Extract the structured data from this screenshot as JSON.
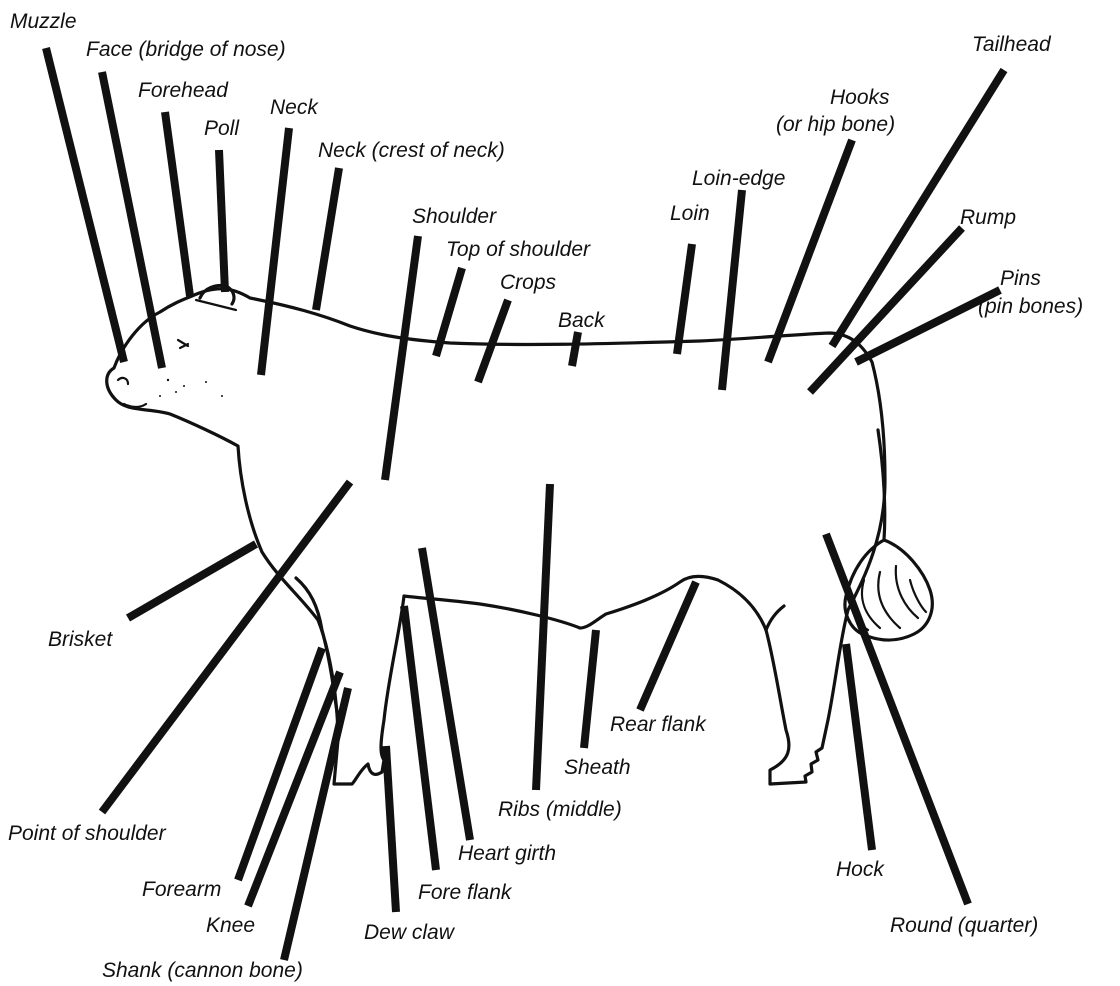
{
  "diagram": {
    "labels": {
      "muzzle": "Muzzle",
      "face": "Face (bridge of nose)",
      "forehead": "Forehead",
      "poll": "Poll",
      "neck": "Neck",
      "neck_crest": "Neck (crest of neck)",
      "shoulder": "Shoulder",
      "top_of_shoulder": "Top of shoulder",
      "crops": "Crops",
      "back": "Back",
      "loin": "Loin",
      "loin_edge": "Loin-edge",
      "hooks_line1": "Hooks",
      "hooks_line2": "(or hip bone)",
      "tailhead": "Tailhead",
      "rump": "Rump",
      "pins_line1": "Pins",
      "pins_line2": "(pin bones)",
      "brisket": "Brisket",
      "point_of_shoulder": "Point of shoulder",
      "forearm": "Forearm",
      "knee": "Knee",
      "shank": "Shank (cannon bone)",
      "dew_claw": "Dew claw",
      "fore_flank": "Fore flank",
      "heart_girth": "Heart girth",
      "ribs_middle": "Ribs (middle)",
      "sheath": "Sheath",
      "rear_flank": "Rear flank",
      "hock": "Hock",
      "round_quarter": "Round (quarter)"
    },
    "colors": {
      "ink": "#111111",
      "background": "#ffffff"
    }
  }
}
